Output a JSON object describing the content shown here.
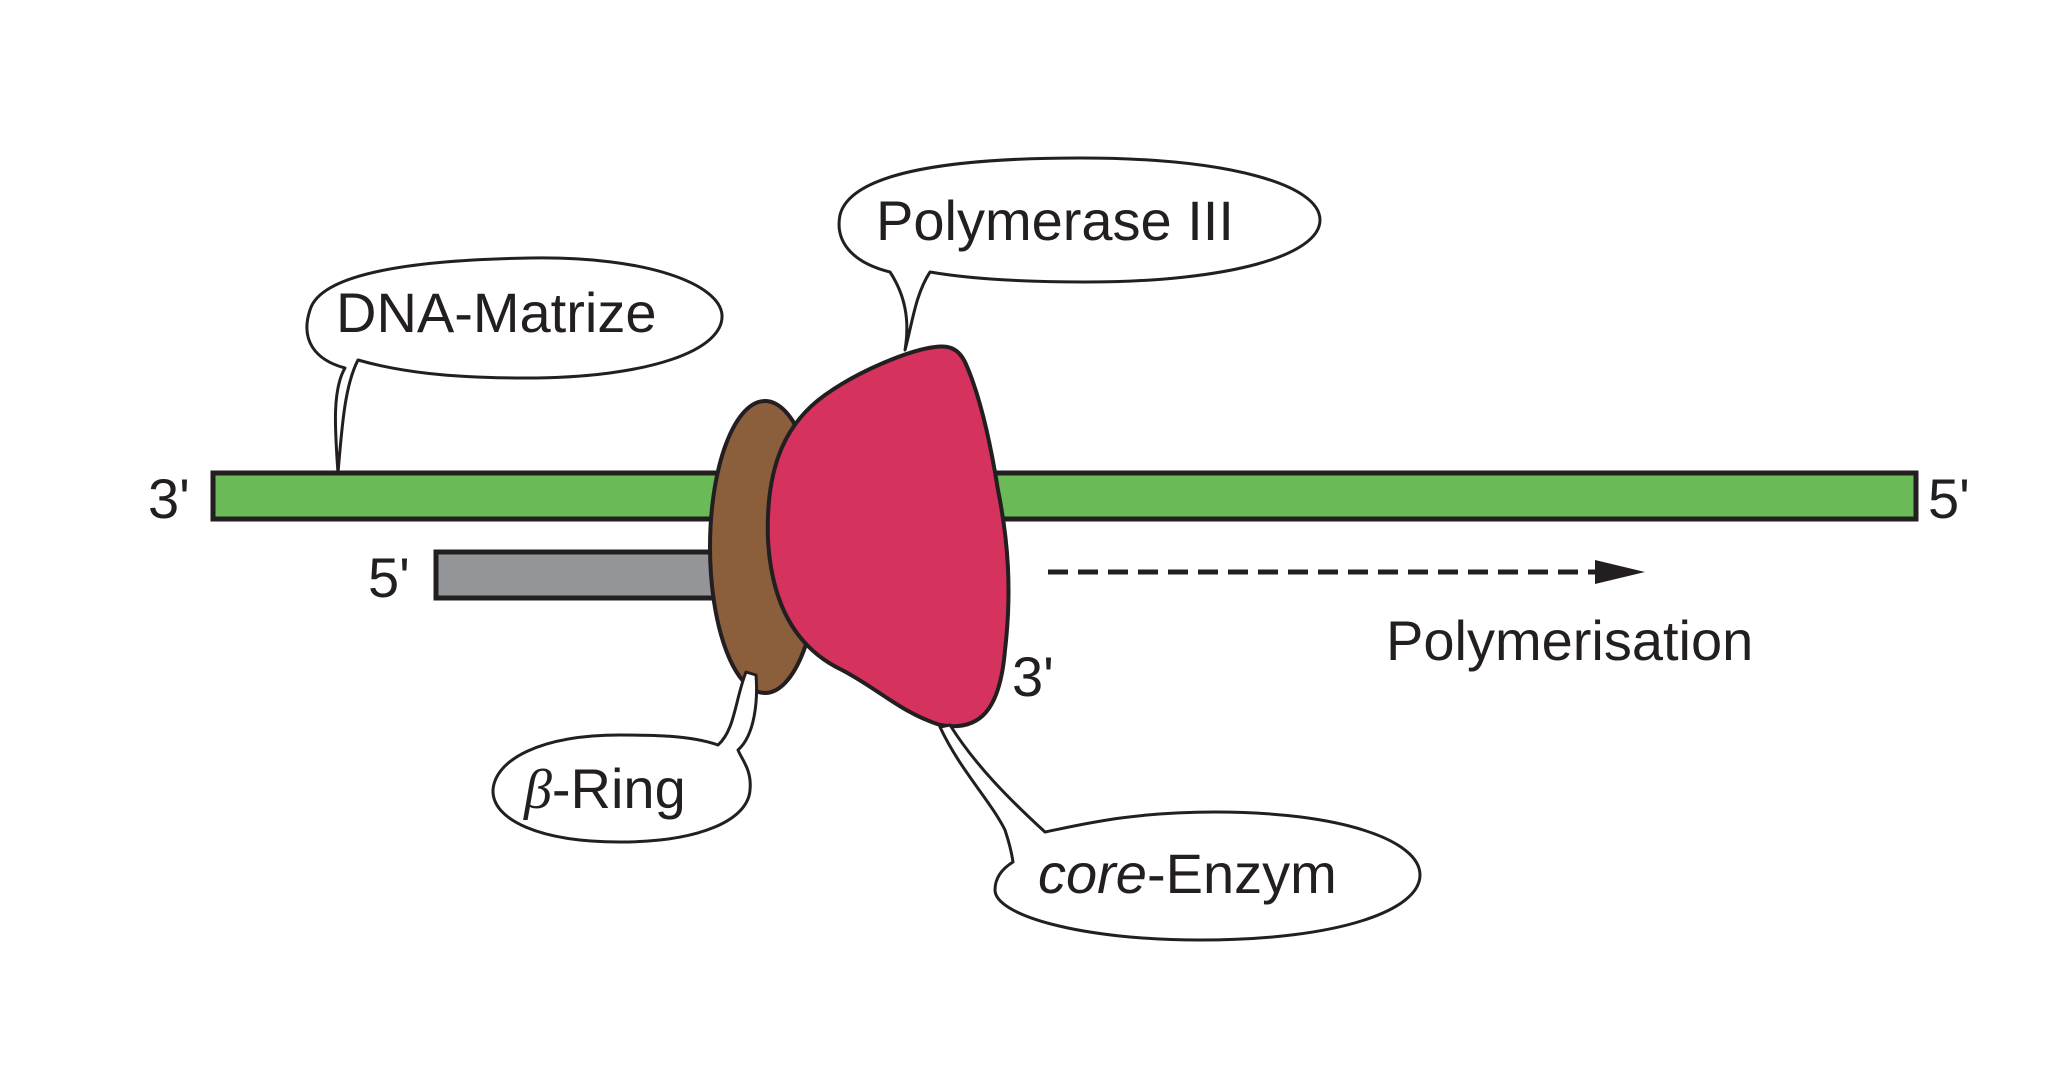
{
  "colors": {
    "template_strand": "#6aba58",
    "primer_strand": "#939598",
    "beta_ring": "#8b5e3c",
    "core_enzyme": "#d6325e",
    "outline": "#231f20"
  },
  "strand_ends": {
    "template_left": "3'",
    "template_right": "5'",
    "primer_left": "5'",
    "primer_right": "3'"
  },
  "labels": {
    "dna_template": "DNA-Matrize",
    "polymerase": "Polymerase III",
    "beta_symbol": "β",
    "beta_suffix": "-Ring",
    "core_prefix": "core",
    "core_suffix": "-Enzym",
    "direction": "Polymerisation"
  },
  "icons": {
    "direction_arrow": "dashed-arrow-right"
  }
}
